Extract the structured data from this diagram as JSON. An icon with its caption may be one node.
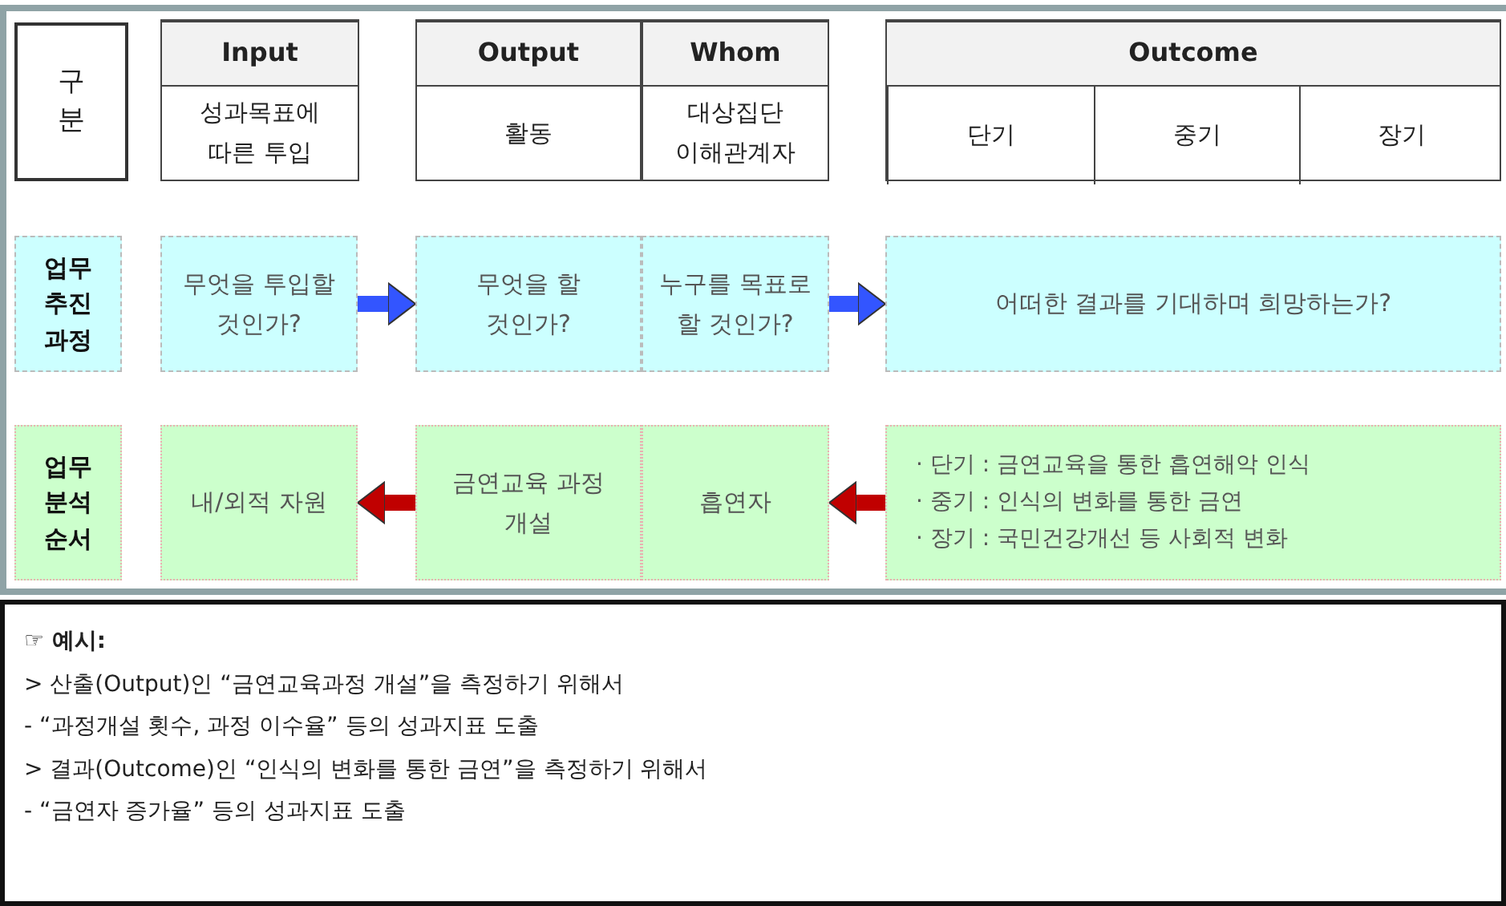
{
  "diagram": {
    "nodes": [
      {
        "text": [
          "구분"
        ]
      },
      {
        "text": [
          "Input",
          "성과목표에 따른 투입"
        ]
      },
      {
        "text": [
          "Output",
          "활동"
        ]
      },
      {
        "text": [
          "Whom",
          "대상집단 이해관계자"
        ]
      },
      {
        "text": [
          "Outcome"
        ]
      },
      {
        "text": [
          "단기"
        ],
        "in": 4
      },
      {
        "text": [
          "중기"
        ],
        "in": 4
      },
      {
        "text": [
          "장기"
        ],
        "in": 4
      },
      {
        "text": [
          "업무 추진 과정"
        ]
      },
      {
        "text": [
          "무엇을 투입할 것인가?"
        ]
      },
      {
        "text": [
          "무엇을 할 것인가?"
        ]
      },
      {
        "text": [
          "누구를 목표로 할 것인가?"
        ]
      },
      {
        "text": [
          "어떠한 결과를 기대하며 희망하는가?"
        ]
      },
      {
        "text": [
          "업무 분석 순서"
        ]
      },
      {
        "text": [
          "내/외적 자원"
        ]
      },
      {
        "text": [
          "금연교육 과정 개설"
        ]
      },
      {
        "text": [
          "흡연자"
        ]
      },
      {
        "text": [
          "· 단기 : 금연교육을 통한 흡연해악 인식",
          "· 중기 : 인식의 변화를 통한 금연",
          "· 장기 : 국민건강개선 등 사회적 변화"
        ]
      },
      {
        "text": [
          "☞ 예시:",
          "> 산출(Output)인 “금연교육과정 개설”을 측정하기 위해서",
          "- “과정개설 횟수, 과정 이수율” 등의 성과지표 도출",
          "> 결과(Outcome)인 “인식의 변화를 통한 금연”을 측정하기 위해서",
          "- “금연자 증가율” 등의 성과지표 도출"
        ]
      }
    ],
    "edges": [
      {
        "from": 9,
        "to": 10,
        "arrow": "to",
        "color": "#3355ff"
      },
      {
        "from": 11,
        "to": 12,
        "arrow": "to",
        "color": "#3355ff"
      },
      {
        "from": 15,
        "to": 14,
        "arrow": "to",
        "color": "#c00000"
      },
      {
        "from": 17,
        "to": 16,
        "arrow": "to",
        "color": "#c00000"
      }
    ]
  }
}
